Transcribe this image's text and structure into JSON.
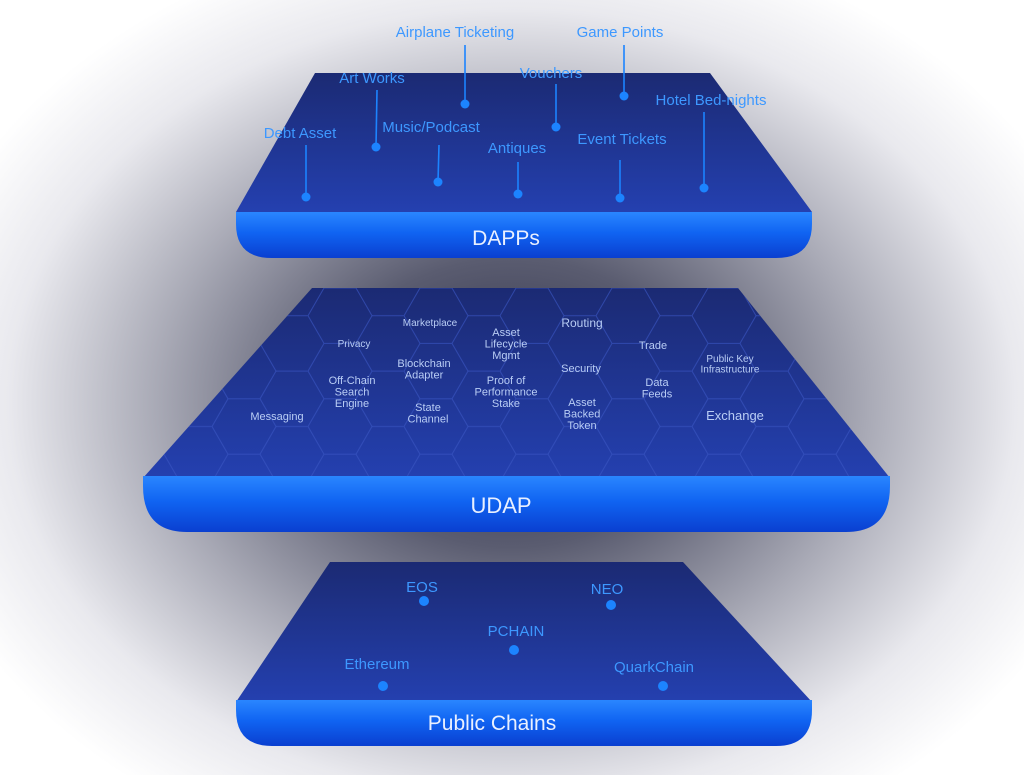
{
  "diagram": {
    "tiers": [
      {
        "title": "DAPPs",
        "items": [
          "Airplane Ticketing",
          "Game Points",
          "Art Works",
          "Vouchers",
          "Hotel Bed-nights",
          "Debt Asset",
          "Music/Podcast",
          "Antiques",
          "Event Tickets"
        ]
      },
      {
        "title": "UDAP",
        "modules": [
          "Marketplace",
          "Routing",
          "Asset Lifecycle Mgmt",
          "Privacy",
          "Trade",
          "Blockchain Adapter",
          "Security",
          "Public Key Infrastructure",
          "Off-Chain Search Engine",
          "Proof of Performance Stake",
          "Data Feeds",
          "Messaging",
          "State Channel",
          "Asset Backed Token",
          "Exchange"
        ]
      },
      {
        "title": "Public Chains",
        "items": [
          "EOS",
          "NEO",
          "PCHAIN",
          "Ethereum",
          "QuarkChain"
        ]
      }
    ],
    "colors": {
      "accent": "#1c84ff",
      "deck_top": "#1a2a80",
      "band": "#1060f0",
      "label": "#3d98ff"
    }
  }
}
